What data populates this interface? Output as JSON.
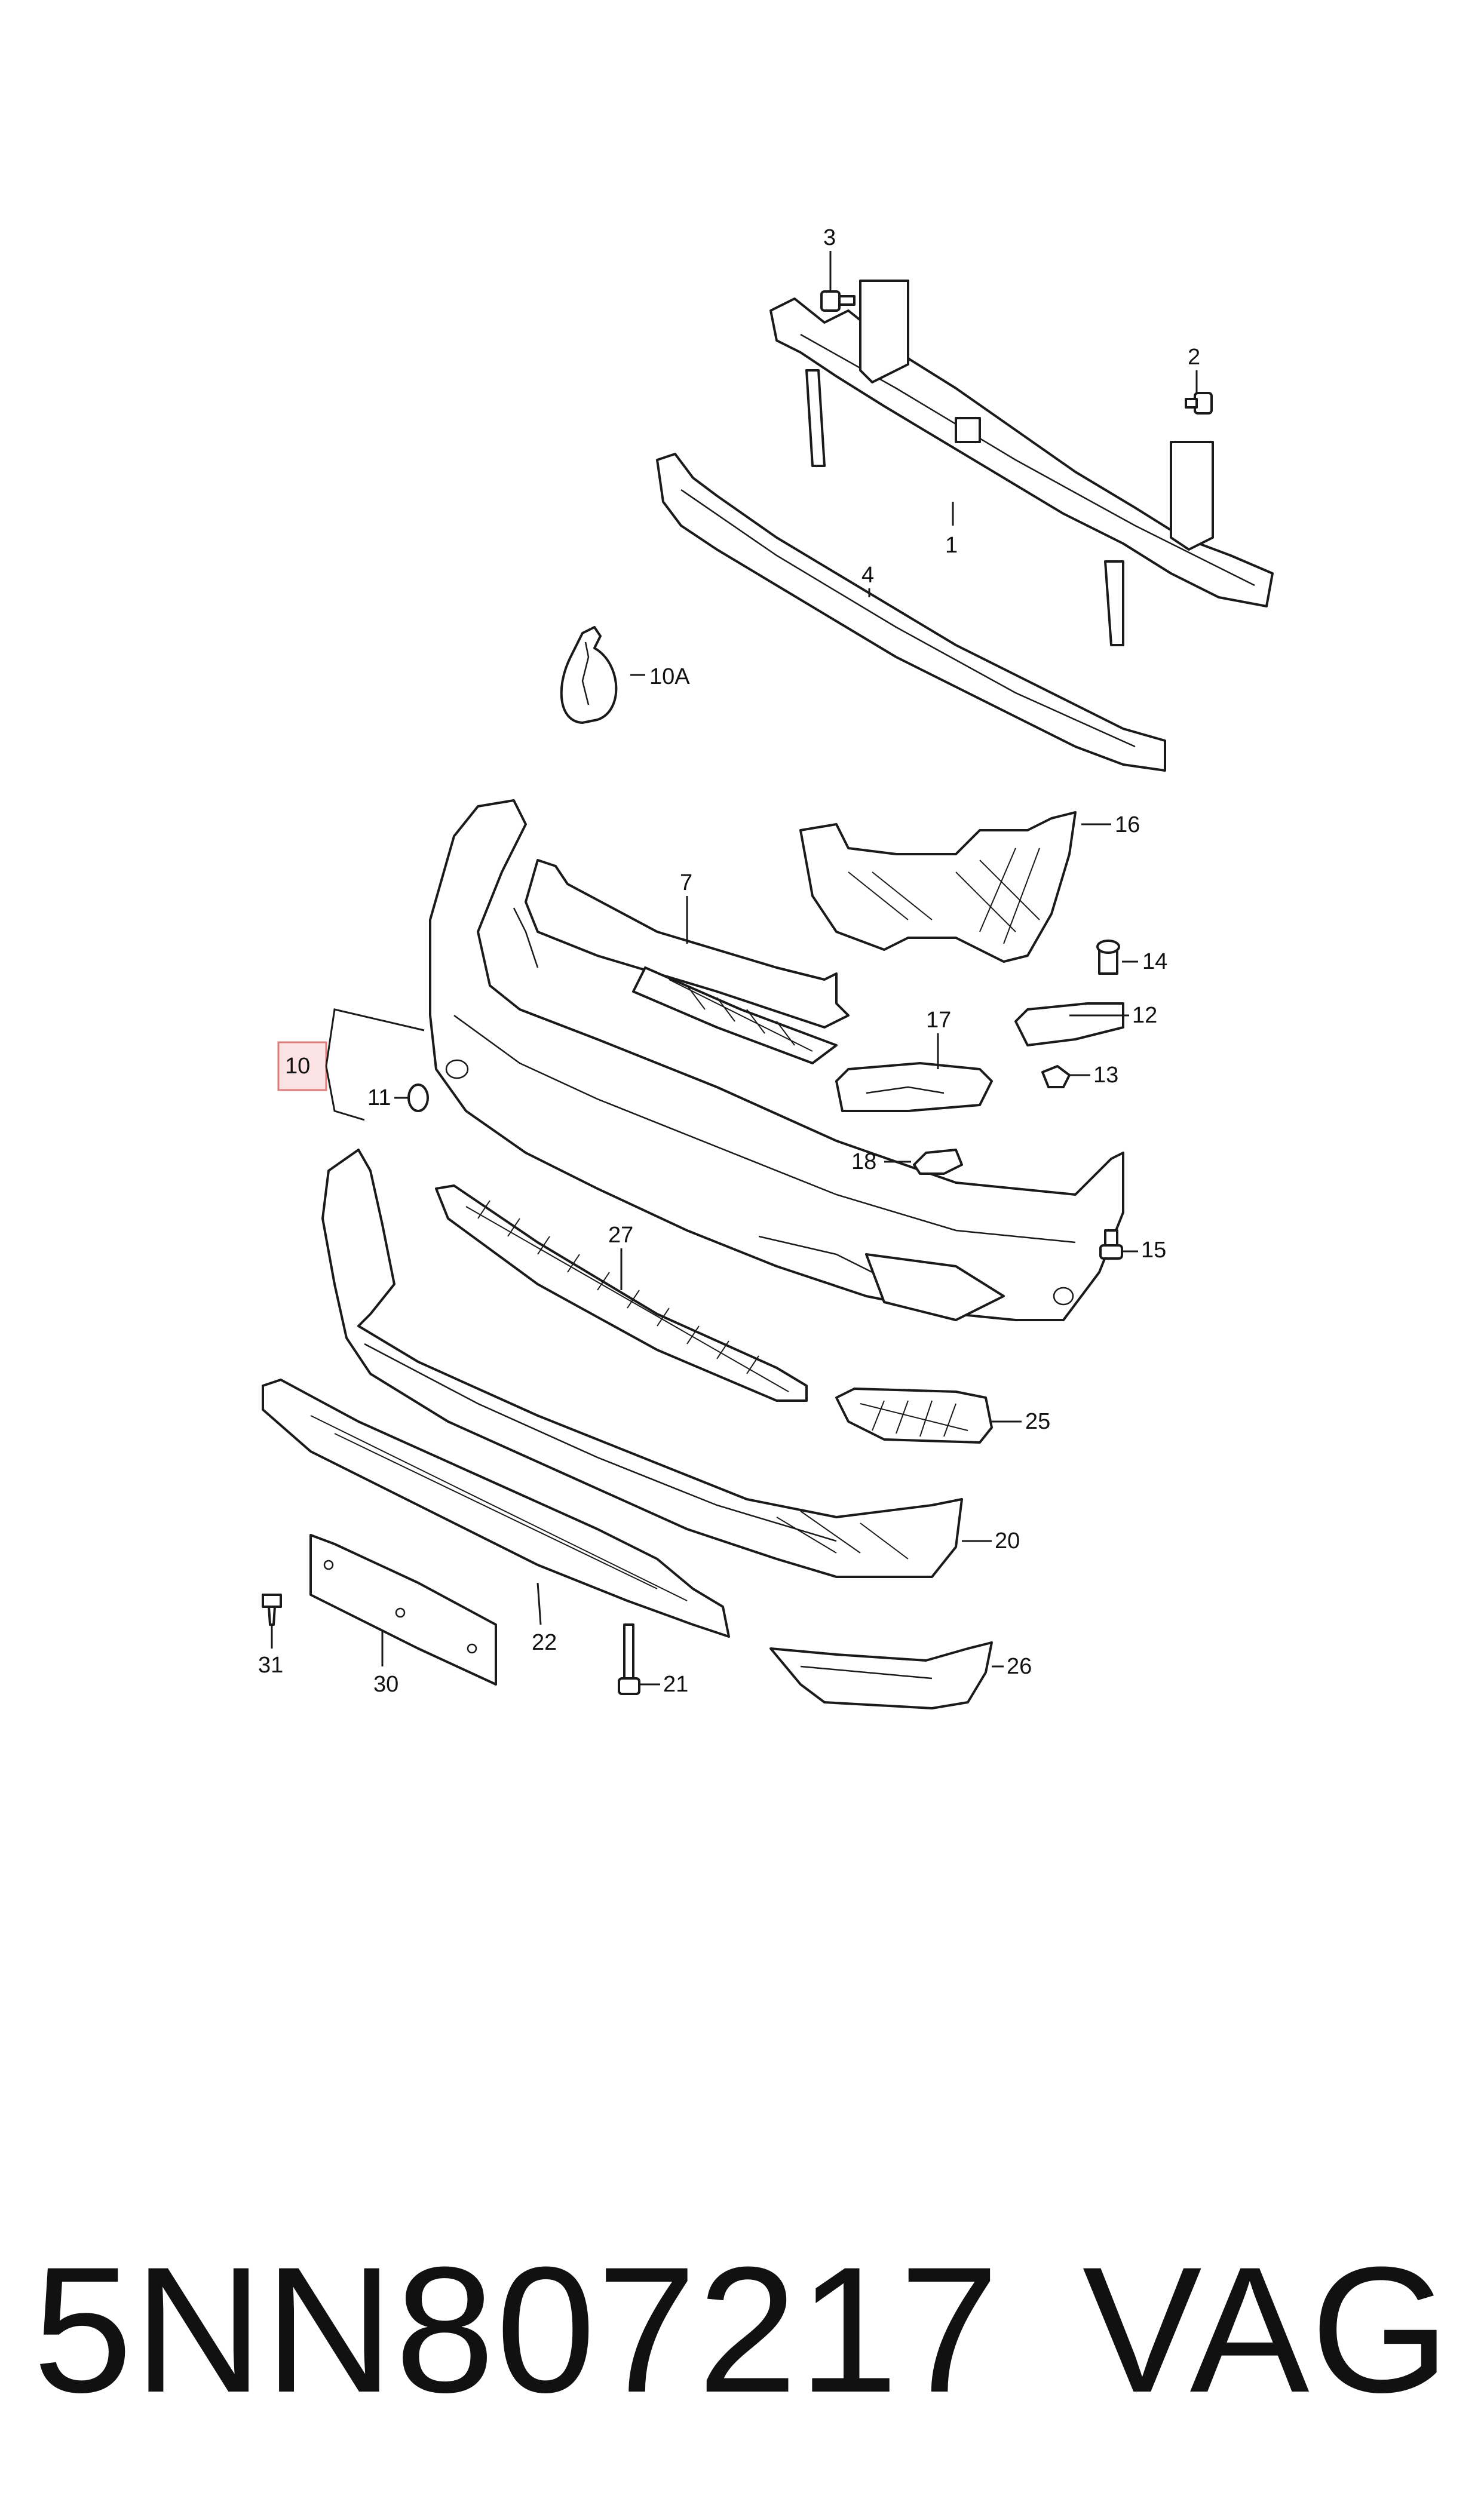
{
  "callouts": {
    "c1": "1",
    "c2": "2",
    "c3": "3",
    "c4": "4",
    "c7": "7",
    "c10": "10",
    "c10a": "10A",
    "c11": "11",
    "c12": "12",
    "c13": "13",
    "c14": "14",
    "c15": "15",
    "c16": "16",
    "c17": "17",
    "c18": "18",
    "c20": "20",
    "c21": "21",
    "c22": "22",
    "c25": "25",
    "c26": "26",
    "c27": "27",
    "c30": "30",
    "c31": "31"
  },
  "highlight_color": "#e07b7b",
  "footer": {
    "part_number": "5NN807217",
    "brand": "VAG"
  }
}
